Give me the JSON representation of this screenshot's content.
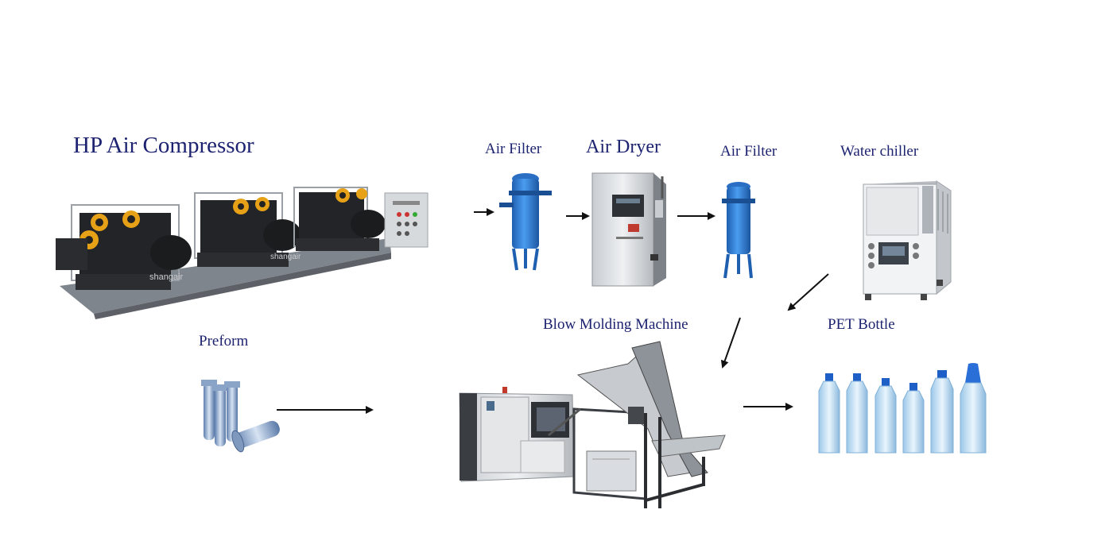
{
  "labels": {
    "compressor": "HP Air Compressor",
    "air_filter_1": "Air Filter",
    "air_dryer": "Air Dryer",
    "air_filter_2": "Air Filter",
    "water_chiller": "Water chiller",
    "preform": "Preform",
    "blow_molding": "Blow Molding Machine",
    "pet_bottle": "PET Bottle"
  },
  "equipment_text": {
    "brand_1": "shangair",
    "brand_2": "shangair"
  },
  "colors": {
    "label": "#1d2370",
    "filter_blue": "#2f7fd6",
    "arrow": "#111111",
    "machine_grey": "#d9dde1",
    "machine_dark": "#3a3d42"
  }
}
